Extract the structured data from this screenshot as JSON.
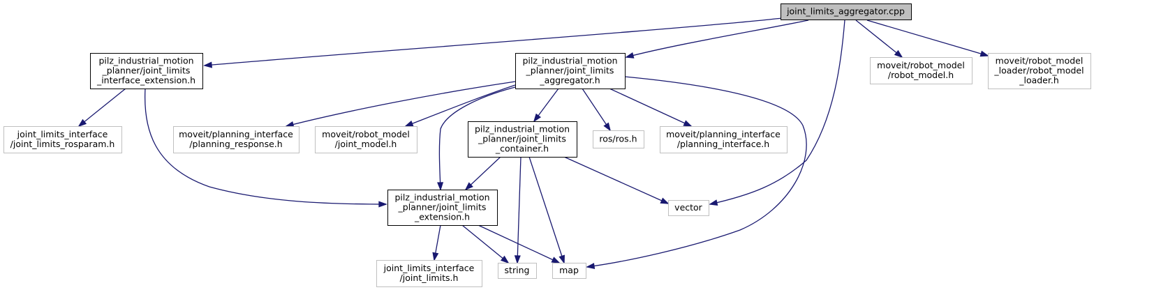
{
  "diagram": {
    "title": "joint_limits_aggregator.cpp",
    "colors": {
      "edge": "#191970",
      "root_fill": "#bfbfbf",
      "local_border": "#000000",
      "system_border": "#bfbfbf"
    },
    "nodes": [
      {
        "id": "root",
        "kind": "root",
        "lines": [
          "joint_limits_aggregator.cpp"
        ]
      },
      {
        "id": "iface_ext",
        "kind": "local",
        "lines": [
          "pilz_industrial_motion",
          "_planner/joint_limits",
          "_interface_extension.h"
        ]
      },
      {
        "id": "aggregator",
        "kind": "local",
        "lines": [
          "pilz_industrial_motion",
          "_planner/joint_limits",
          "_aggregator.h"
        ]
      },
      {
        "id": "robot_model",
        "kind": "system",
        "lines": [
          "moveit/robot_model",
          "/robot_model.h"
        ]
      },
      {
        "id": "robot_model_loader",
        "kind": "system",
        "lines": [
          "moveit/robot_model",
          "_loader/robot_model",
          "_loader.h"
        ]
      },
      {
        "id": "rosparam",
        "kind": "system",
        "lines": [
          "joint_limits_interface",
          "/joint_limits_rosparam.h"
        ]
      },
      {
        "id": "planning_response",
        "kind": "system",
        "lines": [
          "moveit/planning_interface",
          "/planning_response.h"
        ]
      },
      {
        "id": "joint_model",
        "kind": "system",
        "lines": [
          "moveit/robot_model",
          "/joint_model.h"
        ]
      },
      {
        "id": "container",
        "kind": "local",
        "lines": [
          "pilz_industrial_motion",
          "_planner/joint_limits",
          "_container.h"
        ]
      },
      {
        "id": "ros",
        "kind": "system",
        "lines": [
          "ros/ros.h"
        ]
      },
      {
        "id": "planning_interface",
        "kind": "system",
        "lines": [
          "moveit/planning_interface",
          "/planning_interface.h"
        ]
      },
      {
        "id": "extension",
        "kind": "local",
        "lines": [
          "pilz_industrial_motion",
          "_planner/joint_limits",
          "_extension.h"
        ]
      },
      {
        "id": "vector",
        "kind": "system",
        "lines": [
          "vector"
        ]
      },
      {
        "id": "jl_iface",
        "kind": "system",
        "lines": [
          "joint_limits_interface",
          "/joint_limits.h"
        ]
      },
      {
        "id": "string",
        "kind": "system",
        "lines": [
          "string"
        ]
      },
      {
        "id": "map",
        "kind": "system",
        "lines": [
          "map"
        ]
      }
    ],
    "edges": [
      {
        "from": "root",
        "to": "iface_ext"
      },
      {
        "from": "root",
        "to": "aggregator"
      },
      {
        "from": "root",
        "to": "vector"
      },
      {
        "from": "root",
        "to": "robot_model"
      },
      {
        "from": "root",
        "to": "robot_model_loader"
      },
      {
        "from": "iface_ext",
        "to": "rosparam"
      },
      {
        "from": "iface_ext",
        "to": "extension"
      },
      {
        "from": "aggregator",
        "to": "planning_response"
      },
      {
        "from": "aggregator",
        "to": "joint_model"
      },
      {
        "from": "aggregator",
        "to": "extension"
      },
      {
        "from": "aggregator",
        "to": "container"
      },
      {
        "from": "aggregator",
        "to": "ros"
      },
      {
        "from": "aggregator",
        "to": "planning_interface"
      },
      {
        "from": "aggregator",
        "to": "map"
      },
      {
        "from": "container",
        "to": "extension"
      },
      {
        "from": "container",
        "to": "string"
      },
      {
        "from": "container",
        "to": "map"
      },
      {
        "from": "container",
        "to": "vector"
      },
      {
        "from": "extension",
        "to": "jl_iface"
      },
      {
        "from": "extension",
        "to": "string"
      },
      {
        "from": "extension",
        "to": "map"
      }
    ]
  }
}
